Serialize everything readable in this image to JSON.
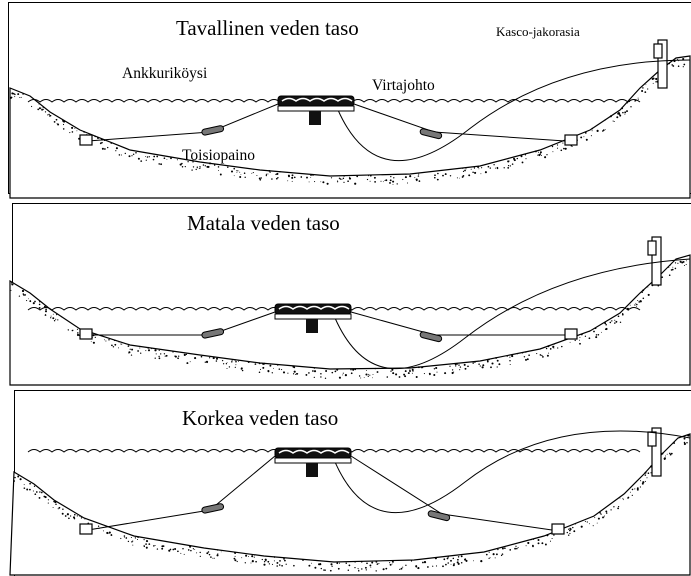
{
  "panels": [
    {
      "title": "Tavallinen veden taso",
      "labels": {
        "junction_box": "Kasco-jakorasia",
        "anchor_rope": "Ankkuriköysi",
        "power_cable": "Virtajohto",
        "counterweight": "Toisiopaino"
      }
    },
    {
      "title": "Matala veden taso"
    },
    {
      "title": "Korkea veden taso"
    }
  ]
}
